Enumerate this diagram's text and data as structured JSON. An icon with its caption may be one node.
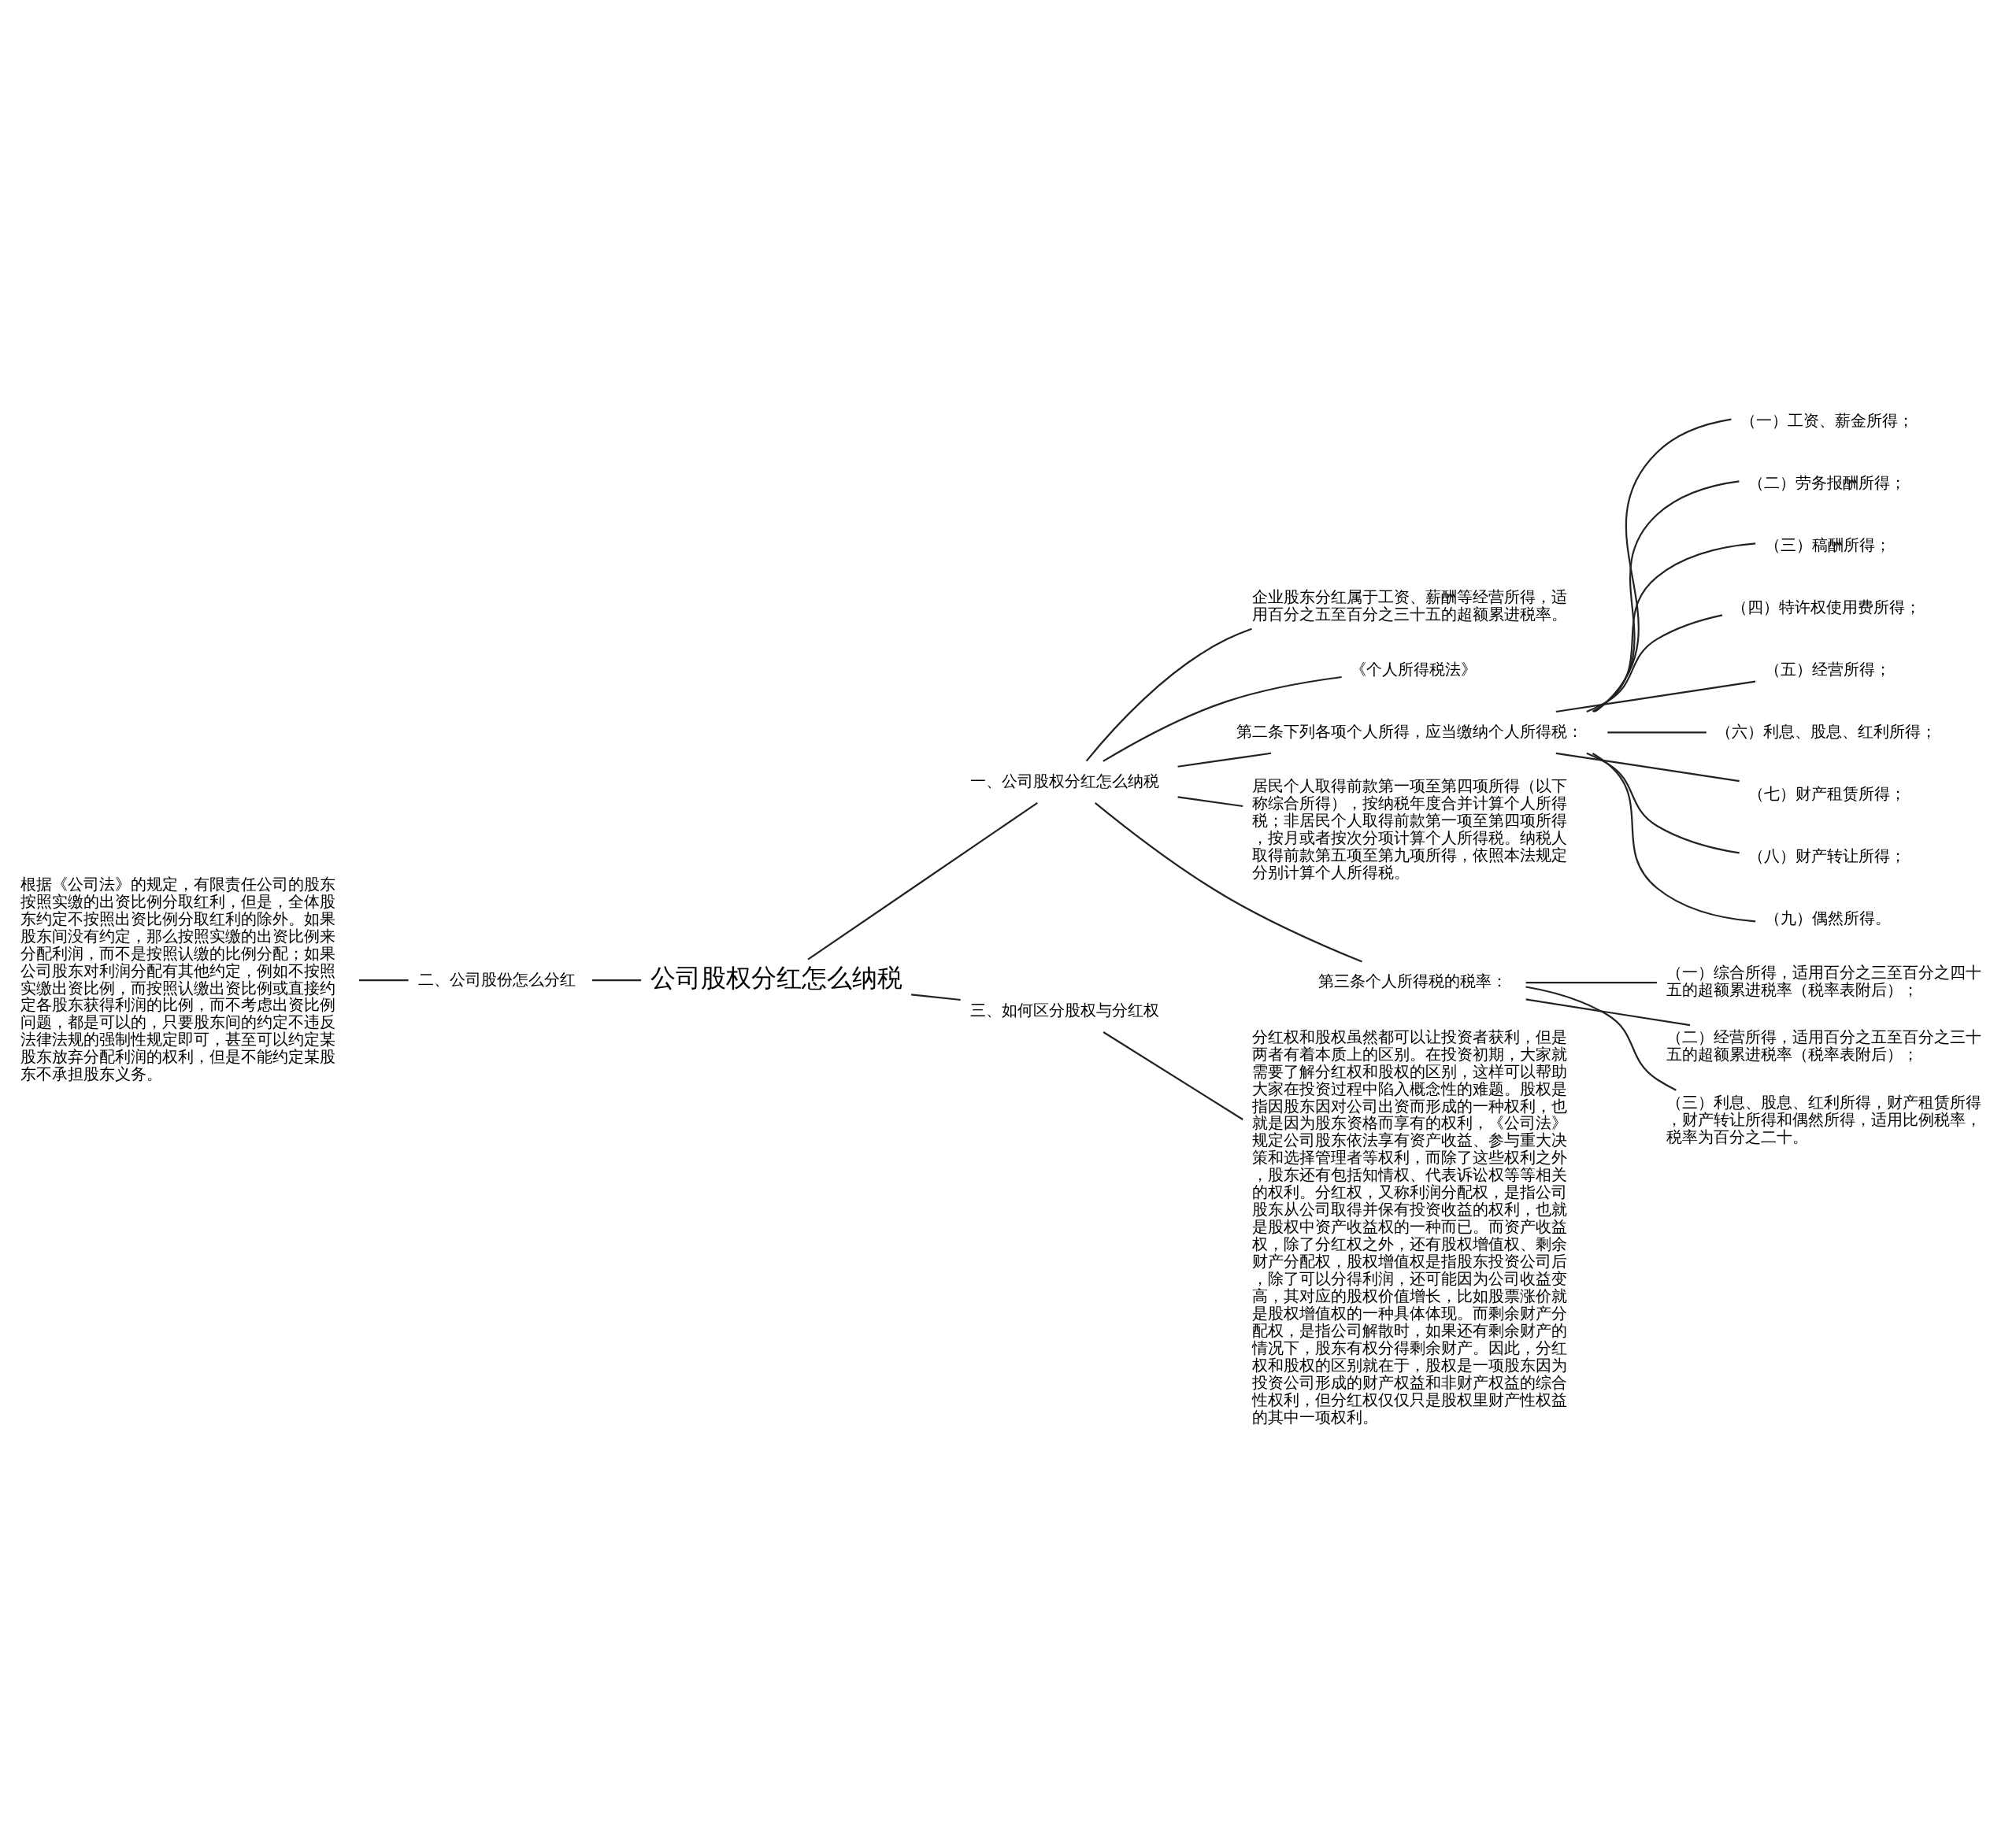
{
  "diagram": {
    "nodes": [
      {
        "text": [
          "公司股权分红怎么纳税"
        ]
      },
      {
        "text": [
          "一、公司股权分红怎么纳税"
        ]
      },
      {
        "text": [
          "企业股东分红属于工资、薪酬等经营所得，适用百分之五至百分之三十五的超额累进税率。"
        ]
      },
      {
        "text": [
          "《个人所得税法》"
        ]
      },
      {
        "text": [
          "第二条下列各项个人所得，应当缴纳个人所得税："
        ]
      },
      {
        "text": [
          "（一）工资、薪金所得；"
        ]
      },
      {
        "text": [
          "（二）劳务报酬所得；"
        ]
      },
      {
        "text": [
          "（三）稿酬所得；"
        ]
      },
      {
        "text": [
          "（四）特许权使用费所得；"
        ]
      },
      {
        "text": [
          "（五）经营所得；"
        ]
      },
      {
        "text": [
          "（六）利息、股息、红利所得；"
        ]
      },
      {
        "text": [
          "（七）财产租赁所得；"
        ]
      },
      {
        "text": [
          "（八）财产转让所得；"
        ]
      },
      {
        "text": [
          "（九）偶然所得。"
        ]
      },
      {
        "text": [
          "居民个人取得前款第一项至第四项所得（以下称综合所得），按纳税年度合并计算个人所得税；非居民个人取得前款第一项至第四项所得，按月或者按次分项计算个人所得税。纳税人取得前款第五项至第九项所得，依照本法规定分别计算个人所得税。"
        ]
      },
      {
        "text": [
          "第三条个人所得税的税率："
        ]
      },
      {
        "text": [
          "（一）综合所得，适用百分之三至百分之四十五的超额累进税率（税率表附后）；"
        ]
      },
      {
        "text": [
          "（二）经营所得，适用百分之五至百分之三十五的超额累进税率（税率表附后）；"
        ]
      },
      {
        "text": [
          "（三）利息、股息、红利所得，财产租赁所得，财产转让所得和偶然所得，适用比例税率，税率为百分之二十。"
        ]
      },
      {
        "text": [
          "二、公司股份怎么分红"
        ]
      },
      {
        "text": [
          "根据《公司法》的规定，有限责任公司的股东按照实缴的出资比例分取红利，但是，全体股东约定不按照出资比例分取红利的除外。如果股东间没有约定，那么按照实缴的出资比例来分配利润，而不是按照认缴的比例分配；如果公司股东对利润分配有其他约定，例如不按照实缴出资比例，而按照认缴出资比例或直接约定各股东获得利润的比例，而不考虑出资比例问题，都是可以的，只要股东间的约定不违反法律法规的强制性规定即可，甚至可以约定某股东放弃分配利润的权利，但是不能约定某股东不承担股东义务。"
        ]
      },
      {
        "text": [
          "三、如何区分股权与分红权"
        ]
      },
      {
        "text": [
          "分红权和股权虽然都可以让投资者获利，但是两者有着本质上的区别。在投资初期，大家就需要了解分红权和股权的区别，这样可以帮助大家在投资过程中陷入概念性的难题。股权是指因股东因对公司出资而形成的一种权利，也就是因为股东资格而享有的权利，《公司法》规定公司股东依法享有资产收益、参与重大决策和选择管理者等权利，而除了这些权利之外，股东还有包括知情权、代表诉讼权等等相关的权利。分红权，又称利润分配权，是指公司股东从公司取得并保有投资收益的权利，也就是股权中资产收益权的一种而已。而资产收益权，除了分红权之外，还有股权增值权、剩余财产分配权，股权增值权是指股东投资公司后，除了可以分得利润，还可能因为公司收益变高，其对应的股权价值增长，比如股票涨价就是股权增值权的一种具体体现。而剩余财产分配权，是指公司解散时，如果还有剩余财产的情况下，股东有权分得剩余财产。因此，分红权和股权的区别就在于，股权是一项股东因为投资公司形成的财产权益和非财产权益的综合性权利，但分红权仅仅只是股权里财产性权益的其中一项权利。"
        ]
      }
    ],
    "edges": [
      {
        "from": 0,
        "to": 1,
        "arrow": "none"
      },
      {
        "from": 1,
        "to": 2,
        "arrow": "none"
      },
      {
        "from": 1,
        "to": 3,
        "arrow": "none"
      },
      {
        "from": 1,
        "to": 4,
        "arrow": "none"
      },
      {
        "from": 4,
        "to": 5,
        "arrow": "none"
      },
      {
        "from": 4,
        "to": 6,
        "arrow": "none"
      },
      {
        "from": 4,
        "to": 7,
        "arrow": "none"
      },
      {
        "from": 4,
        "to": 8,
        "arrow": "none"
      },
      {
        "from": 4,
        "to": 9,
        "arrow": "none"
      },
      {
        "from": 4,
        "to": 10,
        "arrow": "none"
      },
      {
        "from": 4,
        "to": 11,
        "arrow": "none"
      },
      {
        "from": 4,
        "to": 12,
        "arrow": "none"
      },
      {
        "from": 4,
        "to": 13,
        "arrow": "none"
      },
      {
        "from": 1,
        "to": 14,
        "arrow": "none"
      },
      {
        "from": 1,
        "to": 15,
        "arrow": "none"
      },
      {
        "from": 15,
        "to": 16,
        "arrow": "none"
      },
      {
        "from": 15,
        "to": 17,
        "arrow": "none"
      },
      {
        "from": 15,
        "to": 18,
        "arrow": "none"
      },
      {
        "from": 20,
        "to": 19,
        "arrow": "none"
      },
      {
        "from": 19,
        "to": 0,
        "arrow": "none"
      },
      {
        "from": 0,
        "to": 21,
        "arrow": "none"
      },
      {
        "from": 21,
        "to": 22,
        "arrow": "none"
      }
    ]
  }
}
